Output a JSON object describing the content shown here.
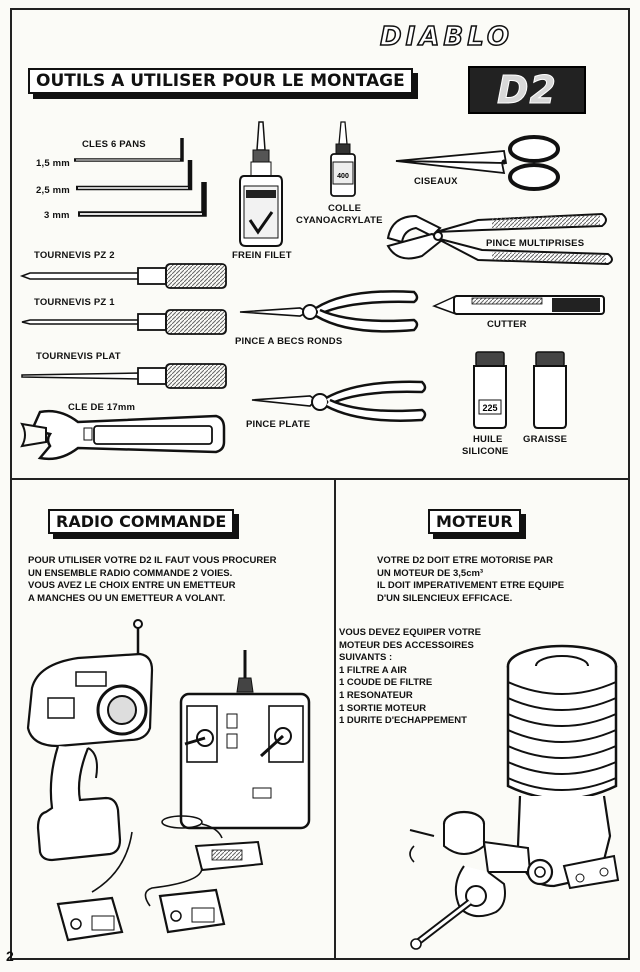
{
  "header": {
    "brand": "DIABLO",
    "model": "D2"
  },
  "tools": {
    "title": "OUTILS A UTILISER POUR LE MONTAGE",
    "hex_keys_label": "CLES 6 PANS",
    "hex_sizes": [
      "1,5 mm",
      "2,5 mm",
      "3 mm"
    ],
    "thread_lock": "FREIN FILET",
    "glue_line1": "COLLE",
    "glue_line2": "CYANOACRYLATE",
    "glue_bottle_code": "400",
    "scissors": "CISEAUX",
    "multigrip": "PINCE MULTIPRISES",
    "screwdriver_pz2": "TOURNEVIS PZ 2",
    "screwdriver_pz1": "TOURNEVIS PZ 1",
    "screwdriver_flat": "TOURNEVIS PLAT",
    "round_pliers": "PINCE A BECS RONDS",
    "cutter": "CUTTER",
    "wrench": "CLE DE 17mm",
    "flat_pliers": "PINCE PLATE",
    "oil_line1": "HUILE",
    "oil_line2": "SILICONE",
    "oil_code": "225",
    "grease": "GRAISSE"
  },
  "radio": {
    "title": "RADIO COMMANDE",
    "lines": [
      "POUR UTILISER VOTRE D2 IL FAUT VOUS PROCURER",
      "UN ENSEMBLE RADIO COMMANDE 2 VOIES.",
      "VOUS AVEZ LE CHOIX ENTRE UN EMETTEUR",
      "A MANCHES  OU UN EMETTEUR A VOLANT."
    ]
  },
  "engine": {
    "title": "MOTEUR",
    "lines": [
      "VOTRE D2 DOIT ETRE MOTORISE PAR",
      "UN MOTEUR DE 3,5cm³",
      "IL DOIT IMPERATIVEMENT ETRE EQUIPE",
      "D'UN SILENCIEUX EFFICACE."
    ],
    "accessories_lines": [
      "VOUS DEVEZ EQUIPER VOTRE",
      "MOTEUR DES ACCESSOIRES",
      "SUIVANTS :",
      "1 FILTRE A AIR",
      "1 COUDE DE FILTRE",
      "1 RESONATEUR",
      "1 SORTIE MOTEUR",
      "1 DURITE D'ECHAPPEMENT"
    ]
  },
  "page_number": "2"
}
